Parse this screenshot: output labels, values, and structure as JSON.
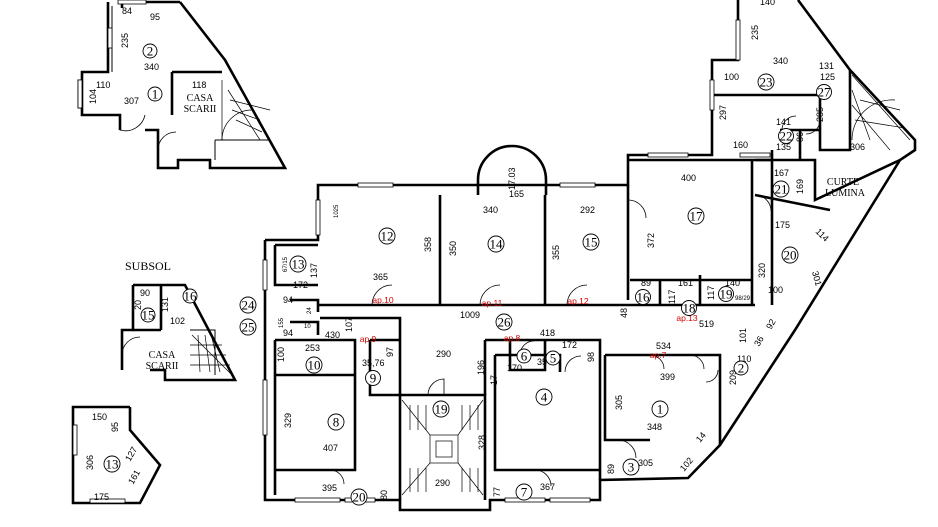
{
  "labels": {
    "subsol": "SUBSOL",
    "casa_scarii_top_1": "CASA",
    "casa_scarii_top_2": "SCARII",
    "casa_scarii_sub_1": "CASA",
    "casa_scarii_sub_2": "SCARII",
    "curte_1": "CURTE",
    "curte_2": "LUMINA"
  },
  "rooms": {
    "t1": "1",
    "t2": "2",
    "s13": "13",
    "s15": "15",
    "s16": "16",
    "r1": "1",
    "r2": "2",
    "r3": "3",
    "r4": "4",
    "r5": "5",
    "r6": "6",
    "r7": "7",
    "r8": "8",
    "r9": "9",
    "r10": "10",
    "r12": "12",
    "r13": "13",
    "r14": "14",
    "r15": "15",
    "r16": "16",
    "r17": "17",
    "r18": "18",
    "r19": "19",
    "r19b": "19",
    "r20": "20",
    "r20b": "20",
    "r21": "21",
    "r22": "22",
    "r23": "23",
    "r24": "24",
    "r25": "25",
    "r26": "26",
    "r27": "27"
  },
  "apartments": {
    "ap7": "ap.7",
    "ap8": "ap.8",
    "ap9": "ap.9",
    "ap10": "ap.10",
    "ap11": "ap.11",
    "ap12": "ap.12",
    "ap13": "ap.13"
  },
  "dimensions": {
    "t_84": "84",
    "t_95": "95",
    "t_235": "235",
    "t_340": "340",
    "t_110": "110",
    "t_104": "104",
    "t_307": "307",
    "t_118": "118",
    "s_90": "90",
    "s_20": "20",
    "s_131": "131",
    "s_102": "102",
    "s_150": "150",
    "s_95": "95",
    "s_306": "306",
    "s_127": "127",
    "s_161": "161",
    "s_175": "175",
    "d_1025": "1025",
    "d_358": "358",
    "d_365": "365",
    "d_350": "350",
    "d_340": "340",
    "d_17103": "17.03",
    "d_165": "165",
    "d_355": "355",
    "d_292": "292",
    "d_372": "372",
    "d_400": "400",
    "d_89": "89",
    "d_161": "161",
    "d_140": "140",
    "d_117a": "117",
    "d_117b": "117",
    "d_9829": "98/29",
    "d_100r": "100",
    "d_320": "320",
    "d_301": "301",
    "d_175": "175",
    "d_114": "114",
    "d_167": "167",
    "d_169": "169",
    "d_135": "135",
    "d_141": "141",
    "d_86": "86",
    "d_285": "285",
    "d_306": "306",
    "d_125": "125",
    "d_131": "131",
    "d_160": "160",
    "d_297": "297",
    "d_100t": "100",
    "d_340t": "340",
    "d_235": "235",
    "d_140t": "140",
    "d_6715": "67/15",
    "d_172": "172",
    "d_137": "137",
    "d_94a": "94",
    "d_94b": "94",
    "d_155": "155",
    "d_24": "24",
    "d_10": "10",
    "d_430": "430",
    "d_107": "107",
    "d_1009": "1009",
    "d_418": "418",
    "d_172b": "172",
    "d_534": "534",
    "d_519": "519",
    "d_48": "48",
    "d_101": "101",
    "d_36": "36",
    "d_92": "92",
    "d_110": "110",
    "d_209": "209",
    "d_399": "399",
    "d_305a": "305",
    "d_348": "348",
    "d_14": "14",
    "d_305b": "305",
    "d_89b": "89",
    "d_102": "102",
    "d_253": "253",
    "d_100b": "100",
    "d_3576": "35,76",
    "d_97": "97",
    "d_290a": "290",
    "d_329": "329",
    "d_407": "407",
    "d_395": "395",
    "d_80": "80",
    "d_290b": "290",
    "d_328": "328",
    "d_196": "196",
    "d_170": "170",
    "d_35": "35",
    "d_98": "98",
    "d_17": "17",
    "d_367": "367",
    "d_77": "77"
  }
}
